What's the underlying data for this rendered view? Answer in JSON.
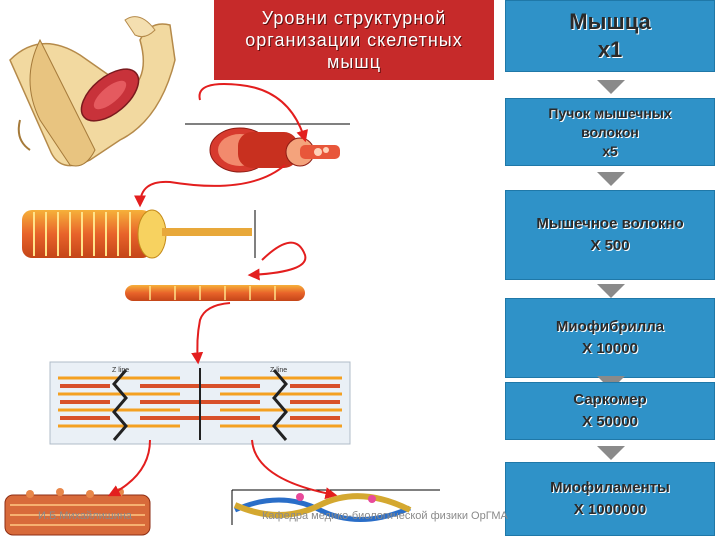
{
  "title_lines": [
    "Уровни структурной",
    "организации скелетных",
    "мышц"
  ],
  "levels": [
    {
      "name": "Мышца",
      "mag": "х1"
    },
    {
      "name": "Пучок мышечных",
      "name2": "волокон",
      "mag": "х5"
    },
    {
      "name": "Мышечное волокно",
      "mag": "Х 500"
    },
    {
      "name": "Миофибрилла",
      "mag": "Х 10000"
    },
    {
      "name": "Саркомер",
      "mag": "Х 50000"
    },
    {
      "name": "Миофиламенты",
      "mag": "Х 1000000"
    }
  ],
  "sarcomere_labels": {
    "z_left": "Z line",
    "z_right": "Z line"
  },
  "footer": {
    "left": "И.Б.Михайлишина",
    "center": "Кафедра медико-биологической физики ОрГМА"
  },
  "colors": {
    "title_bg": "#c62a2a",
    "level_bg": "#2f92c8",
    "arrow": "#e31e1e",
    "down_arrow": "#8a8a8a"
  }
}
